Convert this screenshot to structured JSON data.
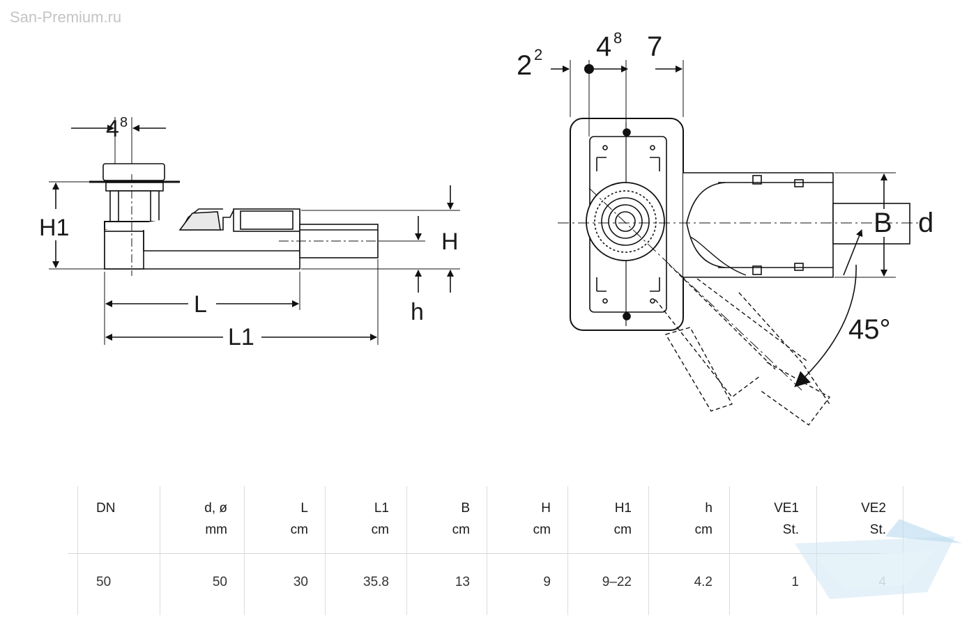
{
  "watermark": "San-Premium.ru",
  "side_view": {
    "dim_top": "4",
    "dim_top_sup": "8",
    "H1": "H1",
    "H": "H",
    "h": "h",
    "L": "L",
    "L1": "L1"
  },
  "top_view": {
    "dim_a": "2",
    "dim_a_sup": "2",
    "dim_b": "4",
    "dim_b_sup": "8",
    "dim_c": "7",
    "B": "B",
    "d": "d",
    "angle": "45°"
  },
  "table": {
    "headers": [
      {
        "line1": "DN",
        "line2": ""
      },
      {
        "line1": "d, ø",
        "line2": "mm"
      },
      {
        "line1": "L",
        "line2": "cm"
      },
      {
        "line1": "L1",
        "line2": "cm"
      },
      {
        "line1": "B",
        "line2": "cm"
      },
      {
        "line1": "H",
        "line2": "cm"
      },
      {
        "line1": "H1",
        "line2": "cm"
      },
      {
        "line1": "h",
        "line2": "cm"
      },
      {
        "line1": "VE1",
        "line2": "St."
      },
      {
        "line1": "VE2",
        "line2": "St."
      }
    ],
    "row": [
      "50",
      "50",
      "30",
      "35.8",
      "13",
      "9",
      "9–22",
      "4.2",
      "1",
      "4"
    ]
  }
}
